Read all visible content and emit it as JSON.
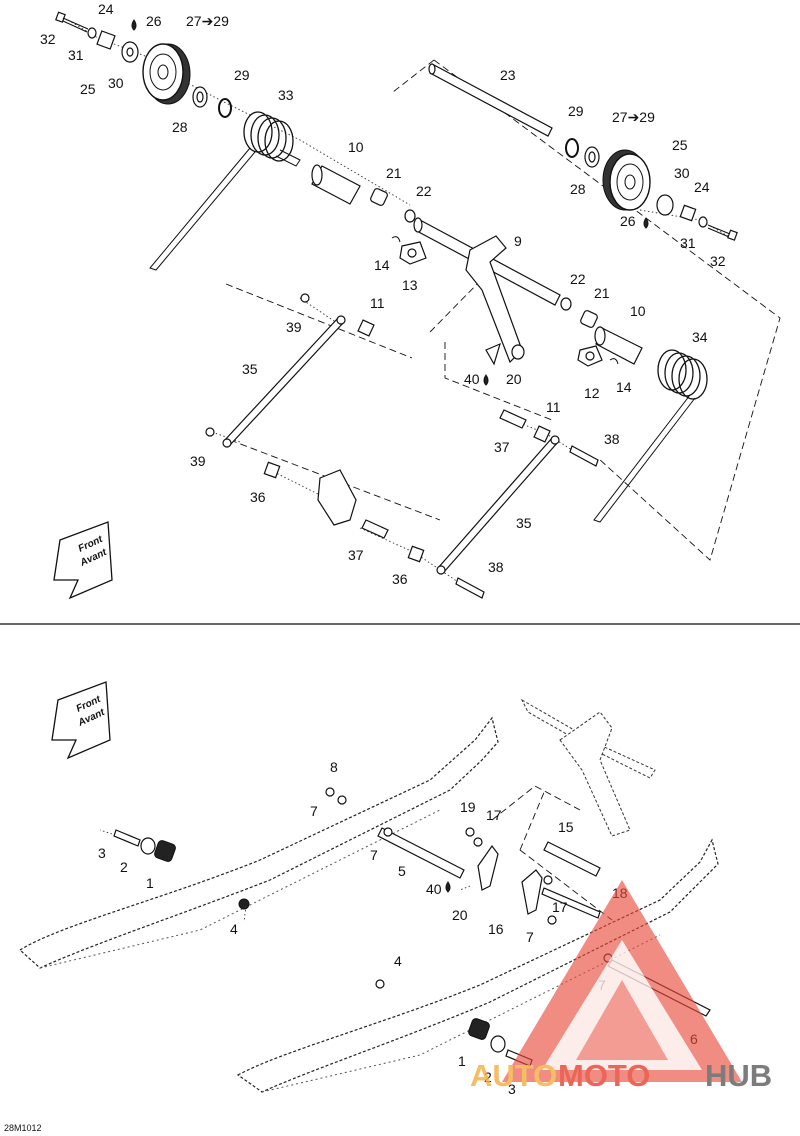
{
  "diagram_code": "28M1012",
  "front_arrow": {
    "line1": "Front",
    "line2": "Avant"
  },
  "watermark": {
    "part1": "AUTO",
    "part2": "MOTO",
    "part3": "HUB"
  },
  "upper_labels": [
    {
      "id": "u32a",
      "text": "32"
    },
    {
      "id": "u24a",
      "text": "24"
    },
    {
      "id": "u26a",
      "text": "26"
    },
    {
      "id": "u2729a",
      "text": "27➔29"
    },
    {
      "id": "u31a",
      "text": "31"
    },
    {
      "id": "u25a",
      "text": "25"
    },
    {
      "id": "u30a",
      "text": "30"
    },
    {
      "id": "u29a",
      "text": "29"
    },
    {
      "id": "u33",
      "text": "33"
    },
    {
      "id": "u28a",
      "text": "28"
    },
    {
      "id": "u23",
      "text": "23"
    },
    {
      "id": "u10a",
      "text": "10"
    },
    {
      "id": "u21a",
      "text": "21"
    },
    {
      "id": "u22a",
      "text": "22"
    },
    {
      "id": "u9",
      "text": "9"
    },
    {
      "id": "u29b",
      "text": "29"
    },
    {
      "id": "u2729b",
      "text": "27➔29"
    },
    {
      "id": "u25b",
      "text": "25"
    },
    {
      "id": "u28b",
      "text": "28"
    },
    {
      "id": "u30b",
      "text": "30"
    },
    {
      "id": "u24b",
      "text": "24"
    },
    {
      "id": "u26b",
      "text": "26"
    },
    {
      "id": "u31b",
      "text": "31"
    },
    {
      "id": "u32b",
      "text": "32"
    },
    {
      "id": "u14a",
      "text": "14"
    },
    {
      "id": "u13",
      "text": "13"
    },
    {
      "id": "u22b",
      "text": "22"
    },
    {
      "id": "u21b",
      "text": "21"
    },
    {
      "id": "u10b",
      "text": "10"
    },
    {
      "id": "u39a",
      "text": "39"
    },
    {
      "id": "u11a",
      "text": "11"
    },
    {
      "id": "u34",
      "text": "34"
    },
    {
      "id": "u35a",
      "text": "35"
    },
    {
      "id": "u40a",
      "text": "40"
    },
    {
      "id": "u20a",
      "text": "20"
    },
    {
      "id": "u12",
      "text": "12"
    },
    {
      "id": "u14b",
      "text": "14"
    },
    {
      "id": "u11b",
      "text": "11"
    },
    {
      "id": "u37a",
      "text": "37"
    },
    {
      "id": "u38a",
      "text": "38"
    },
    {
      "id": "u39b",
      "text": "39"
    },
    {
      "id": "u36a",
      "text": "36"
    },
    {
      "id": "u35b",
      "text": "35"
    },
    {
      "id": "u37b",
      "text": "37"
    },
    {
      "id": "u36b",
      "text": "36"
    },
    {
      "id": "u38b",
      "text": "38"
    }
  ],
  "lower_labels": [
    {
      "id": "l8",
      "text": "8"
    },
    {
      "id": "l7a",
      "text": "7"
    },
    {
      "id": "l19",
      "text": "19"
    },
    {
      "id": "l17a",
      "text": "17"
    },
    {
      "id": "l15",
      "text": "15"
    },
    {
      "id": "l3a",
      "text": "3"
    },
    {
      "id": "l2a",
      "text": "2"
    },
    {
      "id": "l1a",
      "text": "1"
    },
    {
      "id": "l7b",
      "text": "7"
    },
    {
      "id": "l5",
      "text": "5"
    },
    {
      "id": "l40",
      "text": "40"
    },
    {
      "id": "l18",
      "text": "18"
    },
    {
      "id": "l20",
      "text": "20"
    },
    {
      "id": "l17b",
      "text": "17"
    },
    {
      "id": "l16",
      "text": "16"
    },
    {
      "id": "l7c",
      "text": "7"
    },
    {
      "id": "l4a",
      "text": "4"
    },
    {
      "id": "l4b",
      "text": "4"
    },
    {
      "id": "l7d",
      "text": "7"
    },
    {
      "id": "l6",
      "text": "6"
    },
    {
      "id": "l1b",
      "text": "1"
    },
    {
      "id": "l2b",
      "text": "2"
    },
    {
      "id": "l3b",
      "text": "3"
    }
  ]
}
